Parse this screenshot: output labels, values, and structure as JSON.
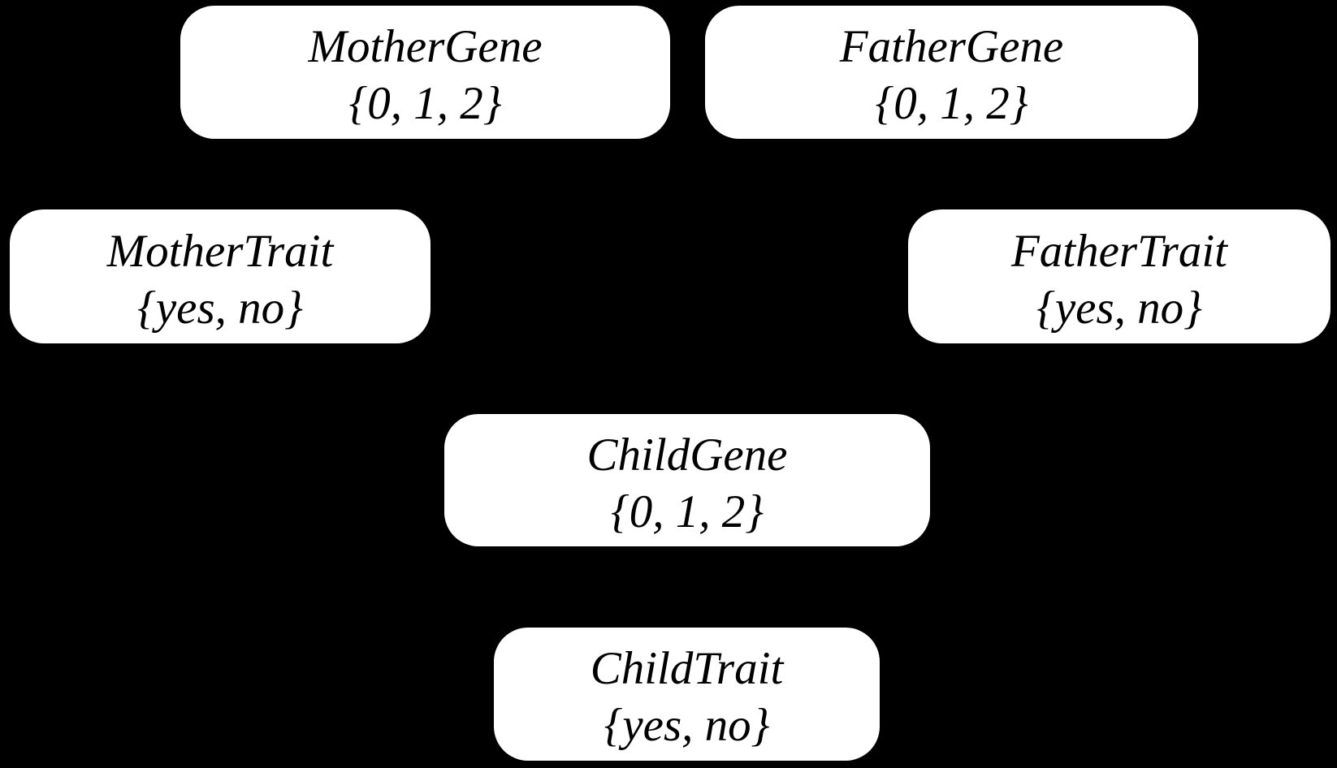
{
  "colors": {
    "background": "#000000",
    "node_fill": "#ffffff",
    "node_text": "#000000"
  },
  "nodes": {
    "mother_gene": {
      "label": "MotherGene",
      "domain": "{0, 1, 2}"
    },
    "father_gene": {
      "label": "FatherGene",
      "domain": "{0, 1, 2}"
    },
    "mother_trait": {
      "label": "MotherTrait",
      "domain": "{yes, no}"
    },
    "father_trait": {
      "label": "FatherTrait",
      "domain": "{yes, no}"
    },
    "child_gene": {
      "label": "ChildGene",
      "domain": "{0, 1, 2}"
    },
    "child_trait": {
      "label": "ChildTrait",
      "domain": "{yes, no}"
    }
  }
}
